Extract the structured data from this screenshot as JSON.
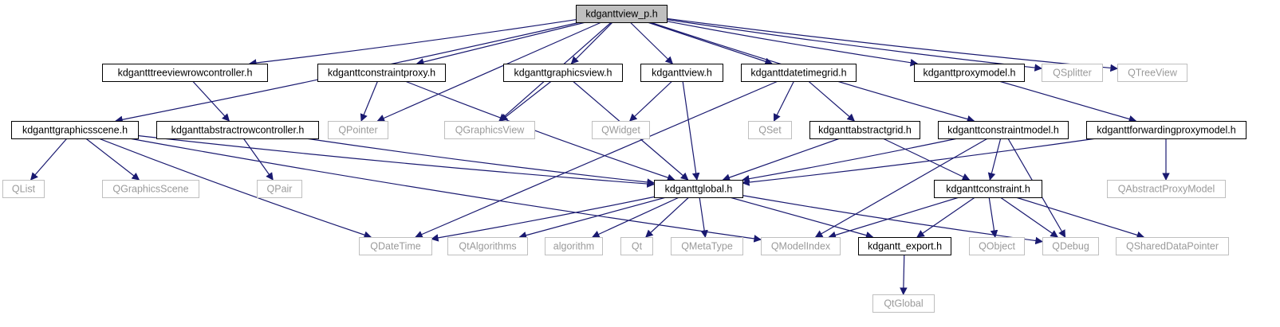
{
  "colors": {
    "edge": "#191970",
    "root_fill": "#bfbfbf",
    "documented_border": "#000000",
    "external_border": "#bfbfbf",
    "documented_text": "#000000",
    "external_text": "#9a9a9a"
  },
  "nodes": [
    {
      "id": "root",
      "label": "kdganttview_p.h",
      "kind": "root"
    },
    {
      "id": "treeviewrowcontroller",
      "label": "kdgantttreeviewrowcontroller.h",
      "kind": "doc"
    },
    {
      "id": "constraintproxy",
      "label": "kdganttconstraintproxy.h",
      "kind": "doc"
    },
    {
      "id": "graphicsview_h",
      "label": "kdganttgraphicsview.h",
      "kind": "doc"
    },
    {
      "id": "view_h",
      "label": "kdganttview.h",
      "kind": "doc"
    },
    {
      "id": "datetimegrid",
      "label": "kdganttdatetimegrid.h",
      "kind": "doc"
    },
    {
      "id": "proxymodel",
      "label": "kdganttproxymodel.h",
      "kind": "doc"
    },
    {
      "id": "qsplitter",
      "label": "QSplitter",
      "kind": "ext"
    },
    {
      "id": "qtreeview",
      "label": "QTreeView",
      "kind": "ext"
    },
    {
      "id": "graphicsscene",
      "label": "kdganttgraphicsscene.h",
      "kind": "doc"
    },
    {
      "id": "abstractrowcontroller",
      "label": "kdganttabstractrowcontroller.h",
      "kind": "doc"
    },
    {
      "id": "qpointer",
      "label": "QPointer",
      "kind": "ext"
    },
    {
      "id": "qgraphicsview",
      "label": "QGraphicsView",
      "kind": "ext"
    },
    {
      "id": "qwidget",
      "label": "QWidget",
      "kind": "ext"
    },
    {
      "id": "qset",
      "label": "QSet",
      "kind": "ext"
    },
    {
      "id": "abstractgrid",
      "label": "kdganttabstractgrid.h",
      "kind": "doc"
    },
    {
      "id": "constraintmodel",
      "label": "kdganttconstraintmodel.h",
      "kind": "doc"
    },
    {
      "id": "forwardingproxymodel",
      "label": "kdganttforwardingproxymodel.h",
      "kind": "doc"
    },
    {
      "id": "qlist",
      "label": "QList",
      "kind": "ext"
    },
    {
      "id": "qgraphicsscene",
      "label": "QGraphicsScene",
      "kind": "ext"
    },
    {
      "id": "qpair",
      "label": "QPair",
      "kind": "ext"
    },
    {
      "id": "global",
      "label": "kdganttglobal.h",
      "kind": "doc"
    },
    {
      "id": "constraint",
      "label": "kdganttconstraint.h",
      "kind": "doc"
    },
    {
      "id": "qabstractproxymodel",
      "label": "QAbstractProxyModel",
      "kind": "ext"
    },
    {
      "id": "qdatetime",
      "label": "QDateTime",
      "kind": "ext"
    },
    {
      "id": "qtalgorithms",
      "label": "QtAlgorithms",
      "kind": "ext"
    },
    {
      "id": "algorithm",
      "label": "algorithm",
      "kind": "ext"
    },
    {
      "id": "qt",
      "label": "Qt",
      "kind": "ext"
    },
    {
      "id": "qmetatype",
      "label": "QMetaType",
      "kind": "ext"
    },
    {
      "id": "qmodelindex",
      "label": "QModelIndex",
      "kind": "ext"
    },
    {
      "id": "export",
      "label": "kdgantt_export.h",
      "kind": "doc"
    },
    {
      "id": "qobject",
      "label": "QObject",
      "kind": "ext"
    },
    {
      "id": "qdebug",
      "label": "QDebug",
      "kind": "ext"
    },
    {
      "id": "qshareddatapointer",
      "label": "QSharedDataPointer",
      "kind": "ext"
    },
    {
      "id": "qtglobal",
      "label": "QtGlobal",
      "kind": "ext"
    }
  ],
  "edges": [
    [
      "root",
      "treeviewrowcontroller"
    ],
    [
      "root",
      "constraintproxy"
    ],
    [
      "root",
      "graphicsview_h"
    ],
    [
      "root",
      "view_h"
    ],
    [
      "root",
      "datetimegrid"
    ],
    [
      "root",
      "proxymodel"
    ],
    [
      "root",
      "qsplitter"
    ],
    [
      "root",
      "qtreeview"
    ],
    [
      "root",
      "graphicsscene"
    ],
    [
      "root",
      "qpointer"
    ],
    [
      "root",
      "qgraphicsview"
    ],
    [
      "root",
      "constraintmodel"
    ],
    [
      "treeviewrowcontroller",
      "abstractrowcontroller"
    ],
    [
      "constraintproxy",
      "qpointer"
    ],
    [
      "constraintproxy",
      "global"
    ],
    [
      "graphicsview_h",
      "qgraphicsview"
    ],
    [
      "graphicsview_h",
      "global"
    ],
    [
      "view_h",
      "qwidget"
    ],
    [
      "view_h",
      "global"
    ],
    [
      "datetimegrid",
      "qset"
    ],
    [
      "datetimegrid",
      "abstractgrid"
    ],
    [
      "datetimegrid",
      "qdatetime"
    ],
    [
      "proxymodel",
      "forwardingproxymodel"
    ],
    [
      "graphicsscene",
      "qlist"
    ],
    [
      "graphicsscene",
      "qgraphicsscene"
    ],
    [
      "graphicsscene",
      "global"
    ],
    [
      "graphicsscene",
      "qdatetime"
    ],
    [
      "graphicsscene",
      "qmodelindex"
    ],
    [
      "abstractrowcontroller",
      "qpair"
    ],
    [
      "abstractrowcontroller",
      "global"
    ],
    [
      "abstractgrid",
      "global"
    ],
    [
      "abstractgrid",
      "constraint"
    ],
    [
      "constraintmodel",
      "global"
    ],
    [
      "constraintmodel",
      "constraint"
    ],
    [
      "constraintmodel",
      "qmodelindex"
    ],
    [
      "constraintmodel",
      "qdebug"
    ],
    [
      "forwardingproxymodel",
      "global"
    ],
    [
      "forwardingproxymodel",
      "qabstractproxymodel"
    ],
    [
      "global",
      "qdatetime"
    ],
    [
      "global",
      "qtalgorithms"
    ],
    [
      "global",
      "algorithm"
    ],
    [
      "global",
      "qt"
    ],
    [
      "global",
      "qmetatype"
    ],
    [
      "global",
      "export"
    ],
    [
      "global",
      "qdebug"
    ],
    [
      "constraint",
      "qmodelindex"
    ],
    [
      "constraint",
      "export"
    ],
    [
      "constraint",
      "qobject"
    ],
    [
      "constraint",
      "qdebug"
    ],
    [
      "constraint",
      "qshareddatapointer"
    ],
    [
      "export",
      "qtglobal"
    ]
  ]
}
